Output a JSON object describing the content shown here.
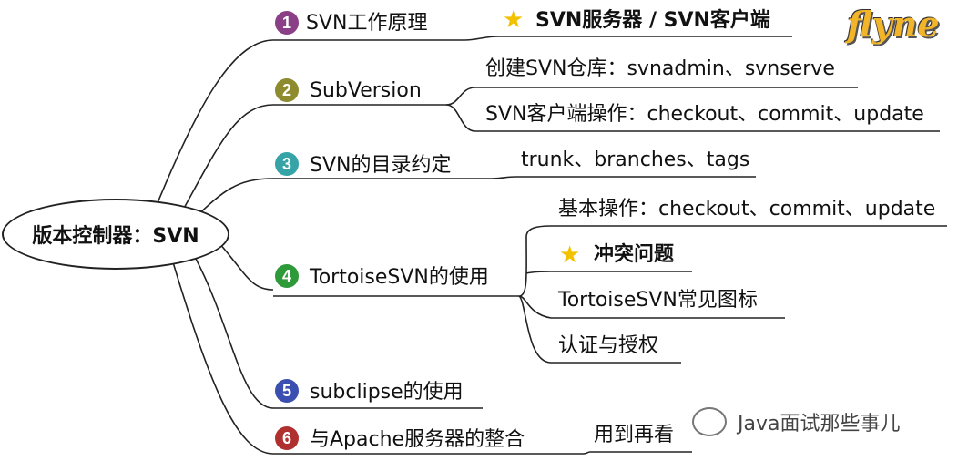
{
  "root": {
    "label": "版本控制器：SVN"
  },
  "brand": "flyne",
  "watermark": "Java面试那些事儿",
  "branches": [
    {
      "number": "1",
      "label": "SVN工作原理",
      "subs": [
        {
          "label": "SVN服务器 / SVN客户端",
          "starred": true
        }
      ]
    },
    {
      "number": "2",
      "label": "SubVersion",
      "subs": [
        {
          "label": "创建SVN仓库：svnadmin、svnserve"
        },
        {
          "label": "SVN客户端操作：checkout、commit、update"
        }
      ]
    },
    {
      "number": "3",
      "label": "SVN的目录约定",
      "subs": [
        {
          "label": "trunk、branches、tags"
        }
      ]
    },
    {
      "number": "4",
      "label": "TortoiseSVN的使用",
      "subs": [
        {
          "label": "基本操作：checkout、commit、update"
        },
        {
          "label": "冲突问题",
          "starred": true
        },
        {
          "label": "TortoiseSVN常见图标"
        },
        {
          "label": "认证与授权"
        }
      ]
    },
    {
      "number": "5",
      "label": "subclipse的使用",
      "subs": []
    },
    {
      "number": "6",
      "label": "与Apache服务器的整合",
      "subs": [
        {
          "label": "用到再看"
        }
      ]
    }
  ],
  "colors": {
    "badge_1": "#8a3f87",
    "badge_2": "#8e8a2e",
    "badge_3": "#36a3a6",
    "badge_4": "#2f9a3a",
    "badge_5": "#3b4fb0",
    "badge_6": "#b03030",
    "star": "#f2c200",
    "brand": "#f2b52a",
    "line": "#222222"
  },
  "icons": {
    "star": "star-icon",
    "watermark": "wechat-icon"
  }
}
